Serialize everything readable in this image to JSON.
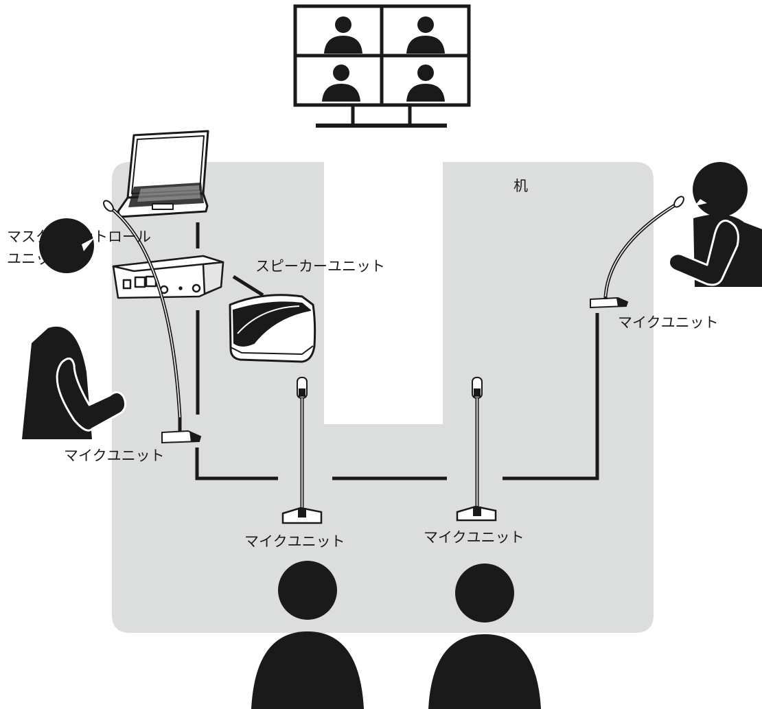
{
  "labels": {
    "desk": "机",
    "master_control_line1": "マスターコントロール",
    "master_control_line2": "ユニット",
    "speaker_unit": "スピーカーユニット",
    "mic_unit_left": "マイクユニット",
    "mic_unit_right": "マイクユニット",
    "mic_unit_center_left": "マイクユニット",
    "mic_unit_center_right": "マイクユニット"
  },
  "colors": {
    "desk": "#dcdddd",
    "ink": "#1a1a1a",
    "white": "#ffffff"
  }
}
